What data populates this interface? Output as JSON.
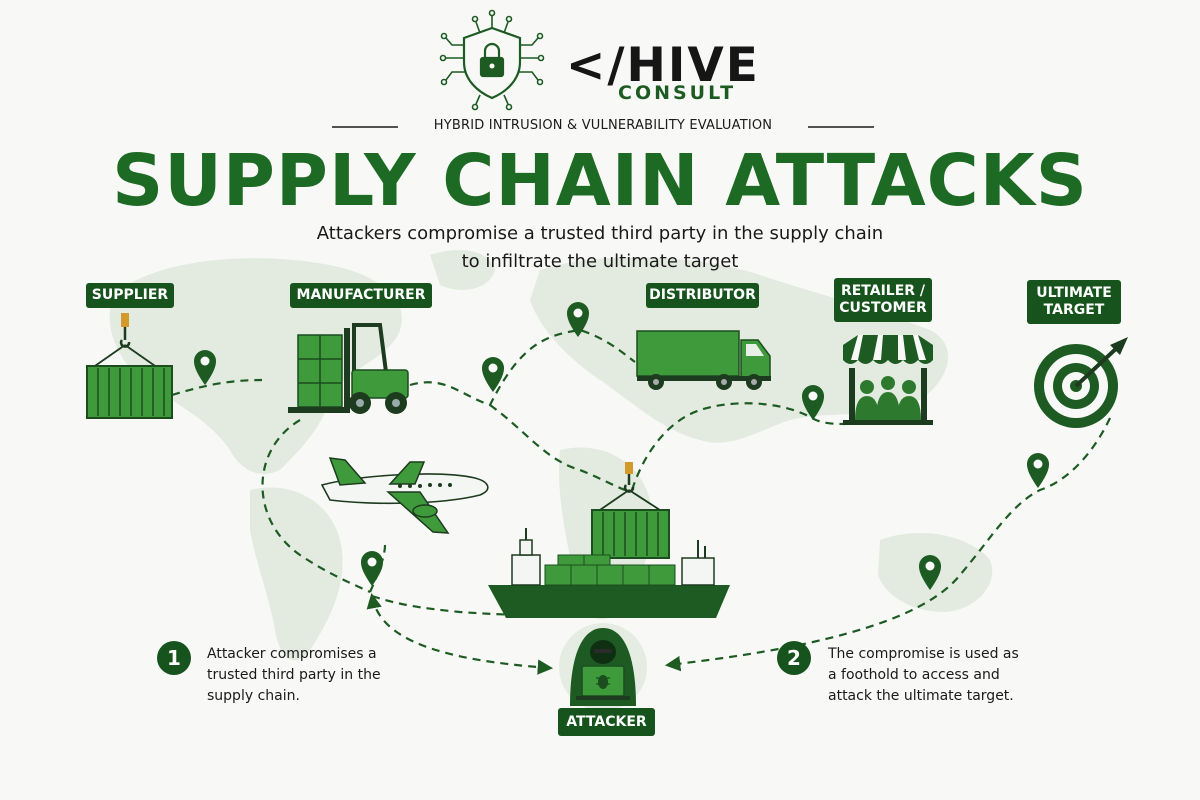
{
  "brand": {
    "name": "</HIVE",
    "sub": "CONSULT",
    "tagline": "HYBRID INTRUSION & VULNERABILITY EVALUATION",
    "logo_icon": "shield-lock-circuit-icon"
  },
  "title": "SUPPLY CHAIN ATTACKS",
  "subtitle": {
    "line1": "Attackers compromise a trusted third party in the supply chain",
    "line2": "to infiltrate the ultimate target"
  },
  "stages": {
    "supplier": "SUPPLIER",
    "manufacturer": "MANUFACTURER",
    "distributor": "DISTRIBUTOR",
    "retailer": {
      "line1": "RETAILER /",
      "line2": "CUSTOMER"
    },
    "target": {
      "line1": "ULTIMATE",
      "line2": "TARGET"
    },
    "attacker": "ATTACKER"
  },
  "steps": [
    {
      "number": "1",
      "lines": [
        "Attacker compromises a",
        "trusted third party in the",
        "supply chain."
      ]
    },
    {
      "number": "2",
      "lines": [
        "The compromise is used as",
        "a foothold to access and",
        "attack the ultimate target."
      ]
    }
  ],
  "icons": [
    "crane-container-icon",
    "forklift-icon",
    "delivery-truck-icon",
    "storefront-icon",
    "target-icon",
    "airplane-icon",
    "cargo-ship-icon",
    "hooded-hacker-icon",
    "map-pin-icon"
  ],
  "colors": {
    "primary": "#1d6a24",
    "dark": "#17541d",
    "accent": "#3f9a3b",
    "map": "#e6eee3"
  }
}
